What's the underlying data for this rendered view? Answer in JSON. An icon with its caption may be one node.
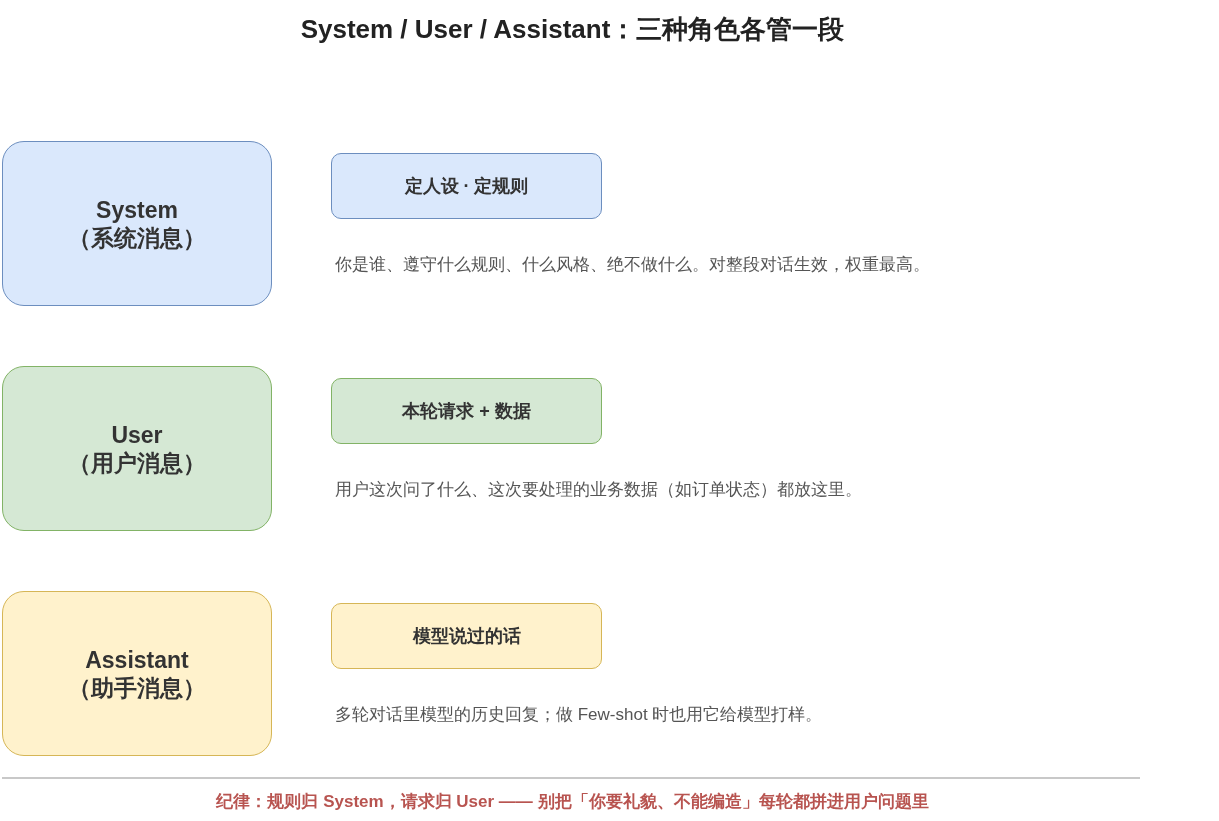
{
  "diagram": {
    "title": "System / User / Assistant：三种角色各管一段",
    "nodes": [
      {
        "text": [
          "System",
          "（系统消息）"
        ]
      },
      {
        "text": [
          "定人设 · 定规则"
        ],
        "beside": [
          "你是谁、遵守什么规则、什么风格、绝不做什么。对整段对话生效，权重最高。"
        ]
      },
      {
        "text": [
          "User",
          "（用户消息）"
        ]
      },
      {
        "text": [
          "本轮请求 + 数据"
        ],
        "beside": [
          "用户这次问了什么、这次要处理的业务数据（如订单状态）都放这里。"
        ]
      },
      {
        "text": [
          "Assistant",
          "（助手消息）"
        ]
      },
      {
        "text": [
          "模型说过的话"
        ],
        "beside": [
          "多轮对话里模型的历史回复；做 Few-shot 时也用它给模型打样。"
        ]
      }
    ],
    "labels": [
      "纪律：规则归 System，请求归 User —— 别把「你要礼貌、不能编造」每轮都拼进用户问题里"
    ]
  }
}
